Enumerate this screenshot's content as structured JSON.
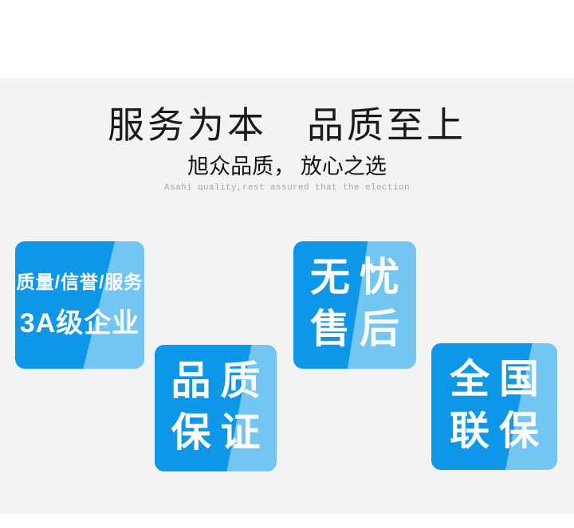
{
  "header": {
    "title": "服务为本　品质至上",
    "subtitle": "旭众品质， 放心之选",
    "subtitle_en": "Asahi quality,rest assured that the election"
  },
  "badges": [
    {
      "name": "badge-3a-enterprise",
      "line1": "质量/信誉/服务",
      "line2": "3A级企业"
    },
    {
      "name": "badge-quality-guarantee",
      "line1": "品质",
      "line2": "保证"
    },
    {
      "name": "badge-worry-free-service",
      "line1": "无忧",
      "line2": "售后"
    },
    {
      "name": "badge-national-warranty",
      "line1": "全国",
      "line2": "联保"
    }
  ],
  "colors": {
    "badge_blue": "#0e96e8",
    "badge_highlight_blue": "#73c5f2",
    "badge_text": "#ffffff",
    "background_gray": "#f2f3f3",
    "background_white": "#ffffff",
    "title_black": "#1a1a1a",
    "english_gray": "#a5a5a5"
  }
}
